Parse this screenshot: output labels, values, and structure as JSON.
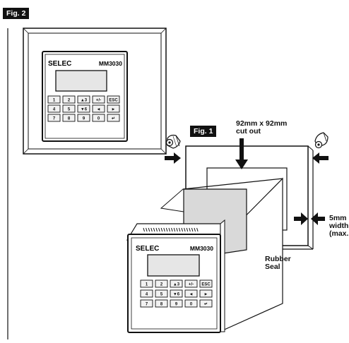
{
  "figures": {
    "fig2_label": "Fig. 2",
    "fig1_label": "Fig. 1"
  },
  "device": {
    "brand": "SELEC",
    "model": "MM3030",
    "keypad": [
      "1",
      "2",
      "▲3",
      "+/-",
      "ESC",
      "4",
      "5",
      "▼6",
      "◄",
      "►",
      "7",
      "8",
      "9",
      "0",
      "↵"
    ]
  },
  "annotations": {
    "cutout_line1": "92mm x 92mm",
    "cutout_line2": "cut out",
    "width_line1": "5mm",
    "width_line2": "width",
    "width_line3": "(max.",
    "seal_line1": "Rubber",
    "seal_line2": "Seal"
  },
  "colors": {
    "ink": "#111111",
    "seal_fill": "#d9d9d9",
    "key_fill": "#f2f2f2",
    "display_fill": "#e6e6e6"
  }
}
